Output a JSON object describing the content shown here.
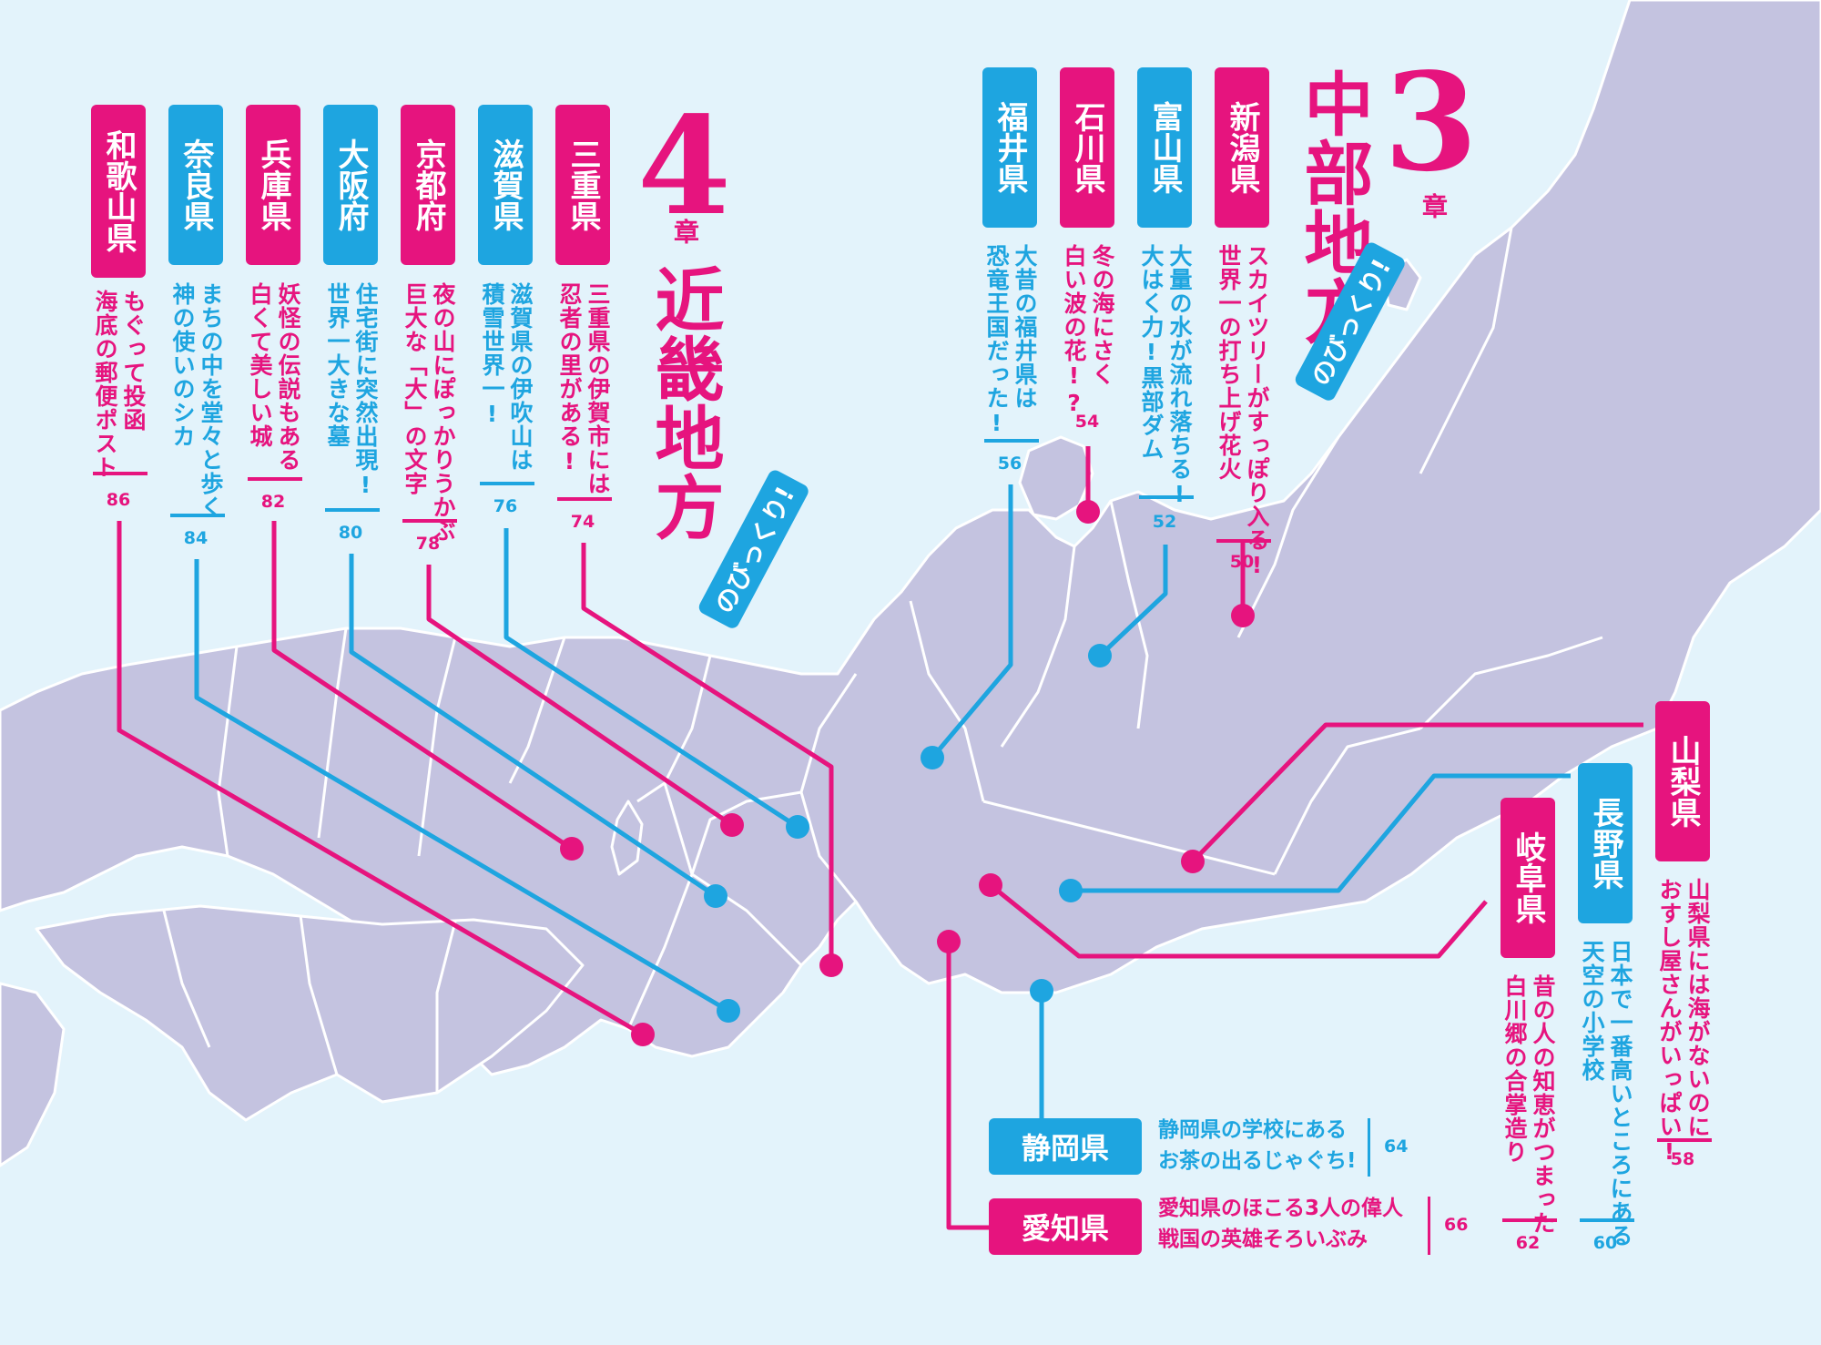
{
  "colors": {
    "pink": "#e6147e",
    "blue": "#1ea5e0",
    "land": "#c4c3e0",
    "sea": "#e3f3fb"
  },
  "chapter3": {
    "number": "3",
    "label": "章",
    "title": "中部地方",
    "badge": "のびっくり!"
  },
  "chapter4": {
    "number": "4",
    "label": "章",
    "title": "近畿地方",
    "badge": "のびっくり!"
  },
  "chubu_vertical": [
    {
      "name": "新潟県",
      "desc": [
        "スカイツリーがすっぽり入る!",
        "世界一の打ち上げ花火"
      ],
      "page": "50",
      "color": "pink"
    },
    {
      "name": "富山県",
      "desc": [
        "大量の水が流れ落ちる!",
        "大はく力!黒部ダム"
      ],
      "page": "52",
      "color": "blue"
    },
    {
      "name": "石川県",
      "desc": [
        "冬の海にさく",
        "白い波の花!?"
      ],
      "page": "54",
      "color": "pink"
    },
    {
      "name": "福井県",
      "desc": [
        "大昔の福井県は",
        "恐竜王国だった!"
      ],
      "page": "56",
      "color": "blue"
    },
    {
      "name": "山梨県",
      "desc": [
        "山梨県には海がないのに",
        "おすし屋さんがいっぱい!"
      ],
      "page": "58",
      "color": "pink"
    },
    {
      "name": "長野県",
      "desc": [
        "日本で一番高いところにある",
        "天空の小学校"
      ],
      "page": "60",
      "color": "blue"
    },
    {
      "name": "岐阜県",
      "desc": [
        "昔の人の知恵がつまった",
        "白川郷の合掌造り"
      ],
      "page": "62",
      "color": "pink"
    }
  ],
  "chubu_horizontal": [
    {
      "name": "静岡県",
      "desc": [
        "静岡県の学校にある",
        "お茶の出るじゃぐち!"
      ],
      "page": "64",
      "color": "blue"
    },
    {
      "name": "愛知県",
      "desc": [
        "愛知県のほこる3人の偉人",
        "戦国の英雄そろいぶみ"
      ],
      "page": "66",
      "color": "pink"
    }
  ],
  "kinki": [
    {
      "name": "三重県",
      "desc": [
        "三重県の伊賀市には",
        "忍者の里がある!"
      ],
      "page": "74",
      "color": "pink"
    },
    {
      "name": "滋賀県",
      "desc": [
        "滋賀県の伊吹山は",
        "積雪世界一!"
      ],
      "page": "76",
      "color": "blue"
    },
    {
      "name": "京都府",
      "desc": [
        "夜の山にぽっかりうかぶ",
        "巨大な「大」の文字"
      ],
      "page": "78",
      "color": "pink"
    },
    {
      "name": "大阪府",
      "desc": [
        "住宅街に突然出現!",
        "世界一大きな墓"
      ],
      "page": "80",
      "color": "blue"
    },
    {
      "name": "兵庫県",
      "desc": [
        "妖怪の伝説もある",
        "白くて美しい城"
      ],
      "page": "82",
      "color": "pink"
    },
    {
      "name": "奈良県",
      "desc": [
        "まちの中を堂々と歩く",
        "神の使いのシカ"
      ],
      "page": "84",
      "color": "blue"
    },
    {
      "name": "和歌山県",
      "desc": [
        "もぐって投函",
        "海底の郵便ポスト"
      ],
      "page": "86",
      "color": "pink"
    }
  ]
}
